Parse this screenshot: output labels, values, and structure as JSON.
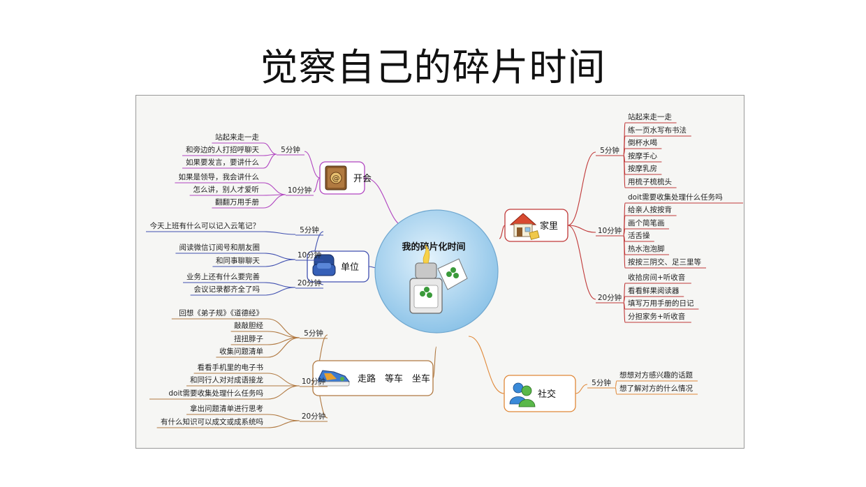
{
  "title": "觉察自己的碎片时间",
  "center": {
    "label": "我的碎片化时间"
  },
  "branches": [
    {
      "id": "meeting",
      "label": "开会",
      "color": "#b044c0",
      "icon": "address-book-icon",
      "groups": [
        {
          "label": "5分钟",
          "items": [
            "站起来走一走",
            "和旁边的人打招呼聊天",
            "如果要发言，要讲什么"
          ]
        },
        {
          "label": "10分钟",
          "items": [
            "如果是领导，我会讲什么",
            "怎么讲，别人才爱听",
            "翻翻万用手册"
          ]
        }
      ]
    },
    {
      "id": "office",
      "label": "单位",
      "color": "#4050b0",
      "icon": "armchair-icon",
      "groups": [
        {
          "label": "5分钟",
          "items": [
            "今天上班有什么可以记入云笔记？"
          ]
        },
        {
          "label": "10分钟",
          "items": [
            "阅读微信订阅号和朋友圈",
            "和同事聊聊天"
          ]
        },
        {
          "label": "20分钟",
          "items": [
            "业务上还有什么要完善",
            "会议记录都齐全了吗"
          ]
        }
      ]
    },
    {
      "id": "commute",
      "label": "走路　等车　坐车",
      "color": "#b07840",
      "icon": "sneaker-icon",
      "groups": [
        {
          "label": "5分钟",
          "items": [
            "回想《弟子规》《道德经》",
            "敲敲胆经",
            "扭扭脖子",
            "收集问题清单"
          ]
        },
        {
          "label": "10分钟",
          "items": [
            "看看手机里的电子书",
            "和同行人对对成语接龙",
            "doit需要收集处理什么任务吗"
          ]
        },
        {
          "label": "20分钟",
          "items": [
            "拿出问题清单进行思考",
            "有什么知识可以成文或成系统吗"
          ]
        }
      ]
    },
    {
      "id": "home",
      "label": "家里",
      "color": "#c03838",
      "icon": "house-icon",
      "groups": [
        {
          "label": "5分钟",
          "items": [
            "站起来走一走",
            "练一页水写布书法",
            "倒杯水喝",
            "按摩手心",
            "按摩乳房",
            "用梳子梳梳头"
          ]
        },
        {
          "label": "10分钟",
          "items": [
            "doit需要收集处理什么任务吗",
            "给亲人按按背",
            "画个简笔画",
            "活舌操",
            "热水泡泡脚",
            "按按三阴交、足三里等"
          ]
        },
        {
          "label": "20分钟",
          "items": [
            "收拾房间+听收音",
            "看看鲜果阅读器",
            "填写万用手册的日记",
            "分担家务+听收音"
          ]
        }
      ]
    },
    {
      "id": "social",
      "label": "社交",
      "color": "#e08838",
      "icon": "messenger-people-icon",
      "groups": [
        {
          "label": "5分钟",
          "items": [
            "想想对方感兴趣的话题",
            "想了解对方的什么情况"
          ]
        }
      ]
    }
  ]
}
